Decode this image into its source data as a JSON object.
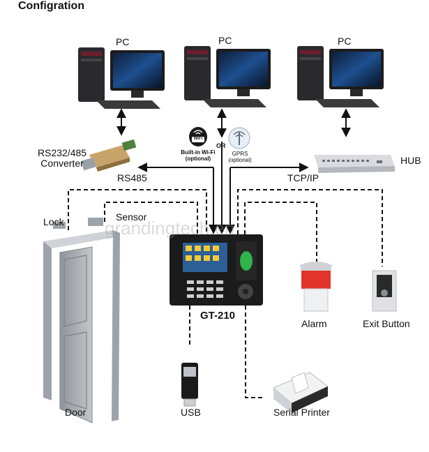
{
  "title": "Configration",
  "pcs": [
    {
      "label": "PC"
    },
    {
      "label": "PC"
    },
    {
      "label": "PC"
    }
  ],
  "converter": {
    "line1": "RS232/485",
    "line2": "Converter"
  },
  "hub": {
    "label": "HUB"
  },
  "rs485": "RS485",
  "tcpip": "TCP/IP",
  "wifi": {
    "badge": "WiFi",
    "line1": "Built-in Wi-Fi",
    "line2": "(optional)"
  },
  "or_text": "OR",
  "gprs": {
    "line1": "GPRS",
    "line2": "(optional)"
  },
  "lock": "Lock",
  "sensor": "Sensor",
  "device": {
    "model": "GT-210"
  },
  "alarm": "Alarm",
  "exit_button": "Exit Button",
  "door": "Door",
  "usb": "USB",
  "serial_printer": "Serial Printer",
  "watermark": "grandingtech.en",
  "colors": {
    "line": "#111111",
    "door": "#a9adb2",
    "device": "#1b1b1b",
    "alarm_red": "#e0342c"
  }
}
